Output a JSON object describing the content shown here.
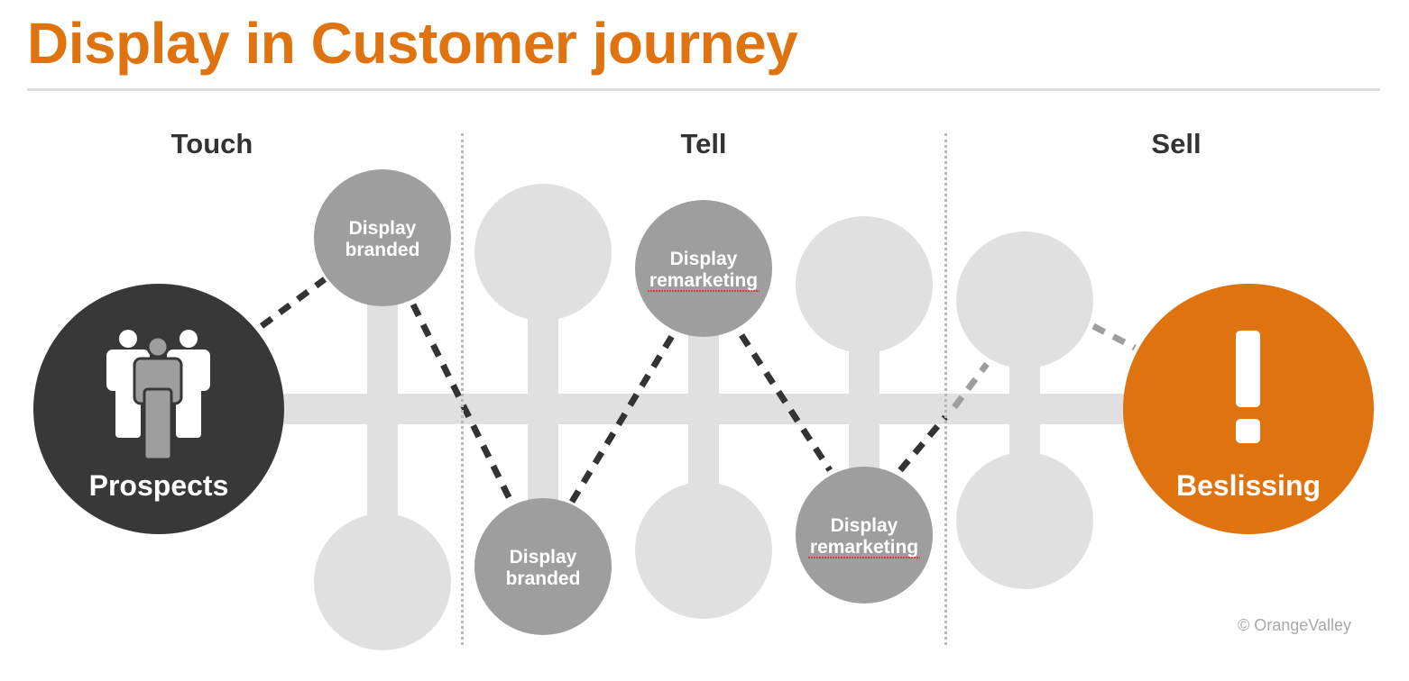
{
  "title": "Display in Customer journey",
  "phases": [
    {
      "label": "Touch"
    },
    {
      "label": "Tell"
    },
    {
      "label": "Sell"
    }
  ],
  "start_node": {
    "label": "Prospects",
    "icon": "group-of-people-icon"
  },
  "end_node": {
    "label": "Beslissing",
    "icon": "exclamation-icon"
  },
  "touchpoints": [
    {
      "column": 1,
      "position": "top",
      "label_line1": "Display",
      "label_line2": "branded",
      "active": true
    },
    {
      "column": 1,
      "position": "bottom",
      "label_line1": "",
      "label_line2": "",
      "active": false
    },
    {
      "column": 2,
      "position": "top",
      "label_line1": "",
      "label_line2": "",
      "active": false
    },
    {
      "column": 2,
      "position": "bottom",
      "label_line1": "Display",
      "label_line2": "branded",
      "active": true
    },
    {
      "column": 3,
      "position": "top",
      "label_line1": "Display",
      "label_line2": "remarketing",
      "active": true
    },
    {
      "column": 3,
      "position": "bottom",
      "label_line1": "",
      "label_line2": "",
      "active": false
    },
    {
      "column": 4,
      "position": "top",
      "label_line1": "",
      "label_line2": "",
      "active": false
    },
    {
      "column": 4,
      "position": "bottom",
      "label_line1": "Display",
      "label_line2": "remarketing",
      "active": true
    },
    {
      "column": 5,
      "position": "top",
      "label_line1": "",
      "label_line2": "",
      "active": false
    },
    {
      "column": 5,
      "position": "bottom",
      "label_line1": "",
      "label_line2": "",
      "active": false
    }
  ],
  "credit": "© OrangeValley",
  "colors": {
    "brand_orange": "#DE7310",
    "dark_node": "#383838",
    "active_node": "#9e9e9e",
    "inactive_node": "#e0e0e0",
    "path_dark": "#333333",
    "path_light": "#9e9e9e",
    "spellcheck_underline": "#e02020"
  }
}
